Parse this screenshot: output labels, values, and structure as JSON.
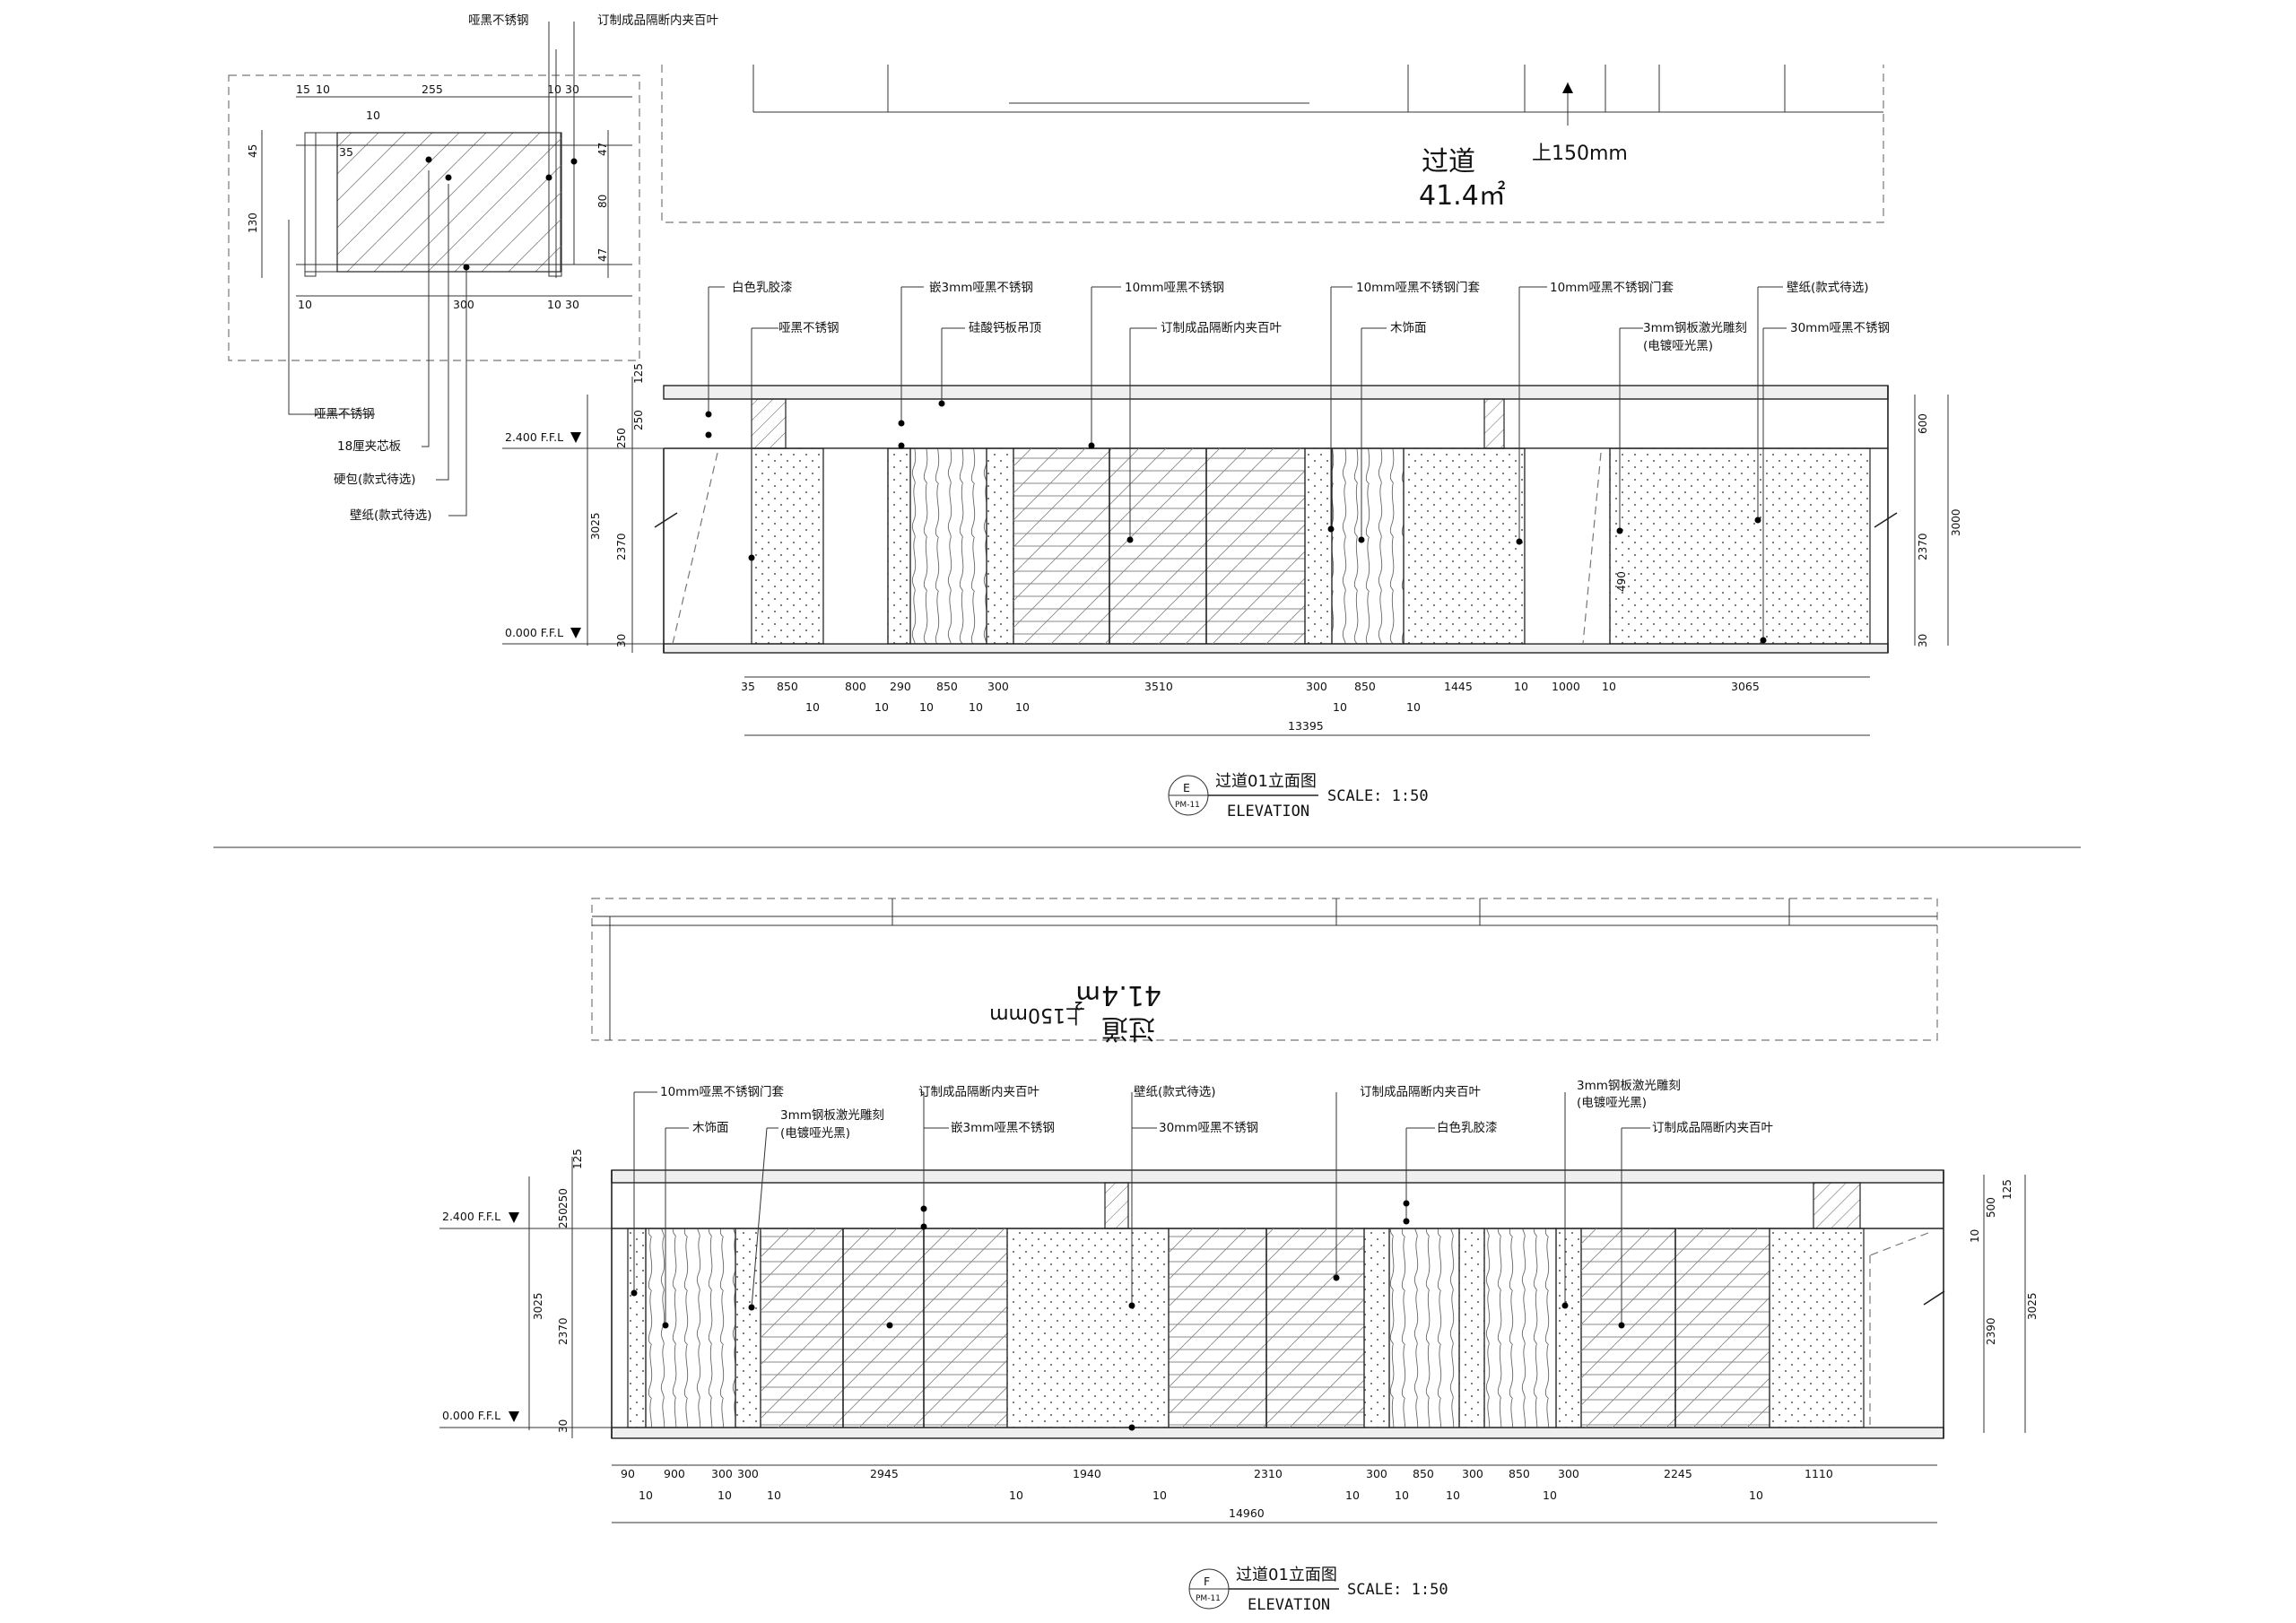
{
  "colors": {
    "line": "#222222",
    "background": "#ffffff",
    "dashed_frame": "#777777"
  },
  "detail": {
    "labels_top": [
      "哑黑不锈钢",
      "订制成品隔断内夹百叶"
    ],
    "labels_bottom": [
      "哑黑不锈钢",
      "18厘夹芯板",
      "硬包(款式待选)",
      "壁纸(款式待选)"
    ],
    "dims_top": [
      "15",
      "10",
      "255",
      "10",
      "30"
    ],
    "dims_inner": [
      "10",
      "35"
    ],
    "dims_left": [
      "45",
      "130"
    ],
    "dims_right": [
      "47",
      "80",
      "47"
    ],
    "dims_bottom": [
      "10",
      "300",
      "10",
      "30"
    ]
  },
  "plan_top": {
    "room": "过道",
    "area": "41.4㎡",
    "note": "上150mm"
  },
  "plan_bottom": {
    "room": "过道",
    "area": "41.4㎡",
    "note": "上150mm"
  },
  "elev_e": {
    "labels_row1": [
      "白色乳胶漆",
      "嵌3mm哑黑不锈钢",
      "10mm哑黑不锈钢",
      "10mm哑黑不锈钢门套",
      "10mm哑黑不锈钢门套",
      "壁纸(款式待选)"
    ],
    "labels_row2": [
      "哑黑不锈钢",
      "硅酸钙板吊顶",
      "订制成品隔断内夹百叶",
      "木饰面",
      "3mm钢板激光雕刻",
      "30mm哑黑不锈钢"
    ],
    "label_note": "(电镀哑光黑)",
    "level_top": "2.400 F.F.L",
    "level_bottom": "0.000 F.F.L",
    "dims_left": [
      "125",
      "250",
      "250",
      "3025",
      "2370",
      "30"
    ],
    "dims_right": [
      "600",
      "3000",
      "2370",
      "30",
      "490"
    ],
    "dims_bottom": [
      "35",
      "850",
      "800",
      "290",
      "850",
      "300",
      "3510",
      "300",
      "850",
      "1445",
      "10",
      "1000",
      "10",
      "3065"
    ],
    "dims_sub": [
      "10",
      "10",
      "10",
      "10",
      "10",
      "10",
      "10"
    ],
    "total": "13395",
    "marker_letter": "E",
    "marker_sheet": "PM-11",
    "title": "过道01立面图",
    "subtitle": "ELEVATION",
    "scale": "SCALE: 1:50"
  },
  "elev_f": {
    "labels_row1": [
      "10mm哑黑不锈钢门套",
      "订制成品隔断内夹百叶",
      "壁纸(款式待选)",
      "订制成品隔断内夹百叶",
      "3mm钢板激光雕刻"
    ],
    "labels_row2": [
      "木饰面",
      "3mm钢板激光雕刻",
      "嵌3mm哑黑不锈钢",
      "30mm哑黑不锈钢",
      "白色乳胶漆",
      "(电镀哑光黑)",
      "订制成品隔断内夹百叶"
    ],
    "label_note": "(电镀哑光黑)",
    "level_top": "2.400 F.F.L",
    "level_bottom": "0.000 F.F.L",
    "dims_left": [
      "125",
      "250",
      "250",
      "3025",
      "2370",
      "30"
    ],
    "dims_right": [
      "500",
      "125",
      "10",
      "2390",
      "3025"
    ],
    "dims_bottom": [
      "90",
      "900",
      "300",
      "300",
      "2945",
      "1940",
      "2310",
      "300",
      "850",
      "300",
      "850",
      "300",
      "2245",
      "1110"
    ],
    "dims_sub": [
      "10",
      "10",
      "10",
      "10",
      "10",
      "10",
      "10",
      "10",
      "10",
      "10"
    ],
    "total": "14960",
    "marker_letter": "F",
    "marker_sheet": "PM-11",
    "title": "过道01立面图",
    "subtitle": "ELEVATION",
    "scale": "SCALE: 1:50"
  }
}
